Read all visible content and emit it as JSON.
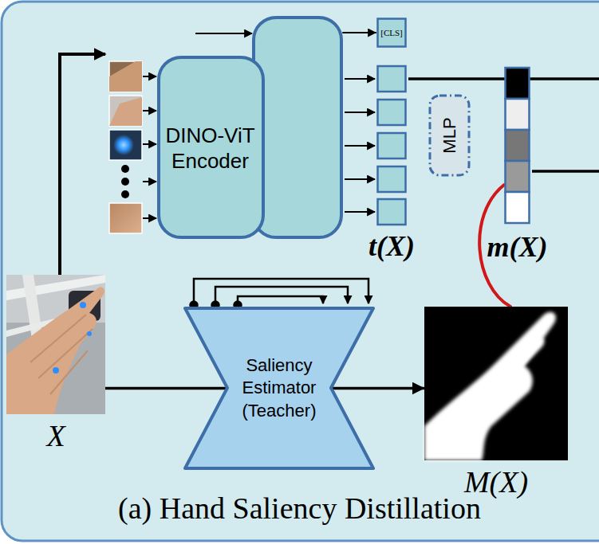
{
  "diagram": {
    "caption": "(a) Hand Saliency Distillation",
    "nodes": [
      {
        "text": [
          "X"
        ]
      },
      {
        "text": [
          "DINO-ViT Encoder"
        ]
      },
      {
        "text": [
          "t(X)"
        ]
      },
      {
        "text": [
          "[CLS]"
        ],
        "in": 2
      },
      {
        "text": [
          "MLP"
        ]
      },
      {
        "text": [
          "m(X)"
        ]
      },
      {
        "text": [
          "Saliency Estimator (Teacher)"
        ]
      },
      {
        "text": [
          "M(X)"
        ]
      }
    ],
    "edges": [
      {
        "from": 1,
        "to": 3,
        "arrow": "to"
      },
      {
        "from": 0,
        "to": 6,
        "arrow": "none"
      },
      {
        "from": 6,
        "to": 7,
        "arrow": "to"
      },
      {
        "from": 5,
        "to": 7,
        "arrow": "none"
      }
    ]
  }
}
